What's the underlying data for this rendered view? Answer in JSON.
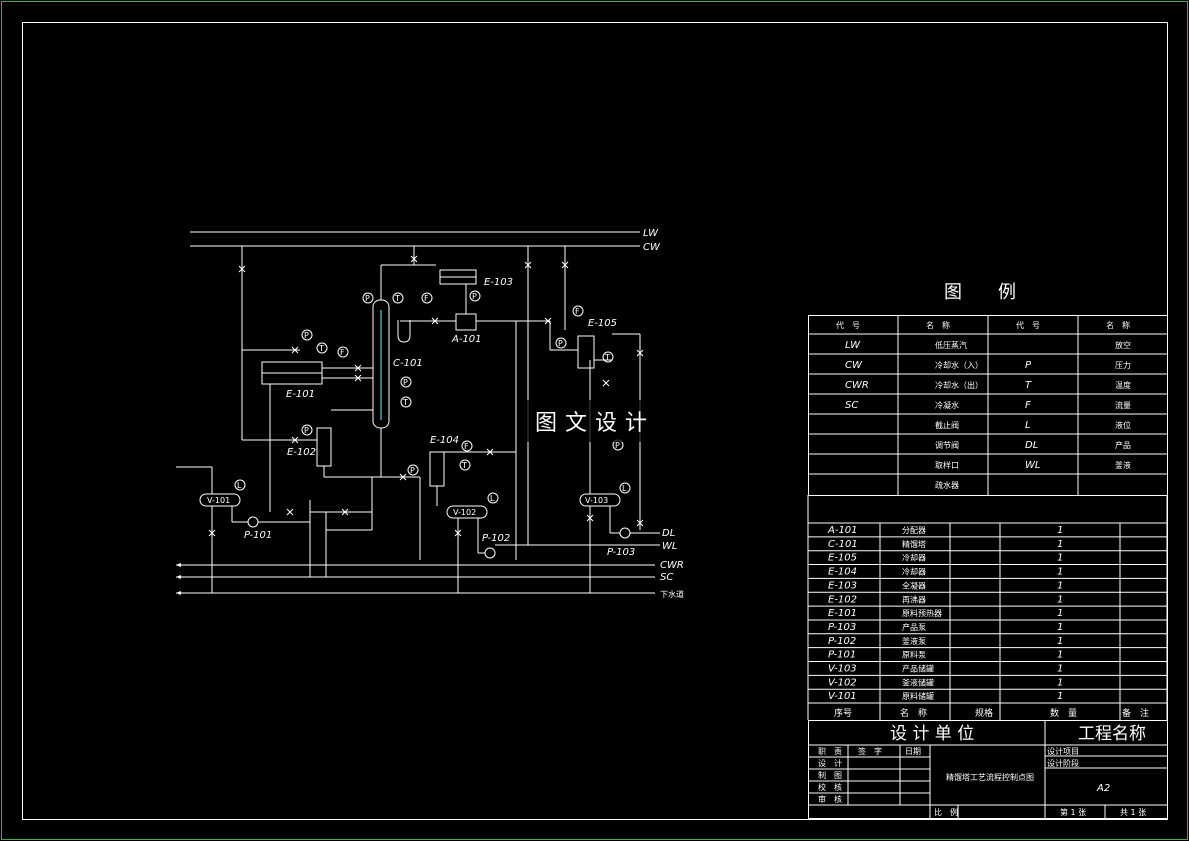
{
  "colors": {
    "background": "#000000",
    "frame_outer": "#3cb043",
    "lines": "#ffffff"
  },
  "lines": {
    "LW": "LW",
    "CW": "CW",
    "CWR": "CWR",
    "SC": "SC",
    "XSD": "下水道",
    "DL": "DL",
    "WL": "WL"
  },
  "equipment_labels": {
    "C101": "C-101",
    "E101": "E-101",
    "E102": "E-102",
    "E103": "E-103",
    "E104": "E-104",
    "E105": "E-105",
    "A101": "A-101",
    "V101": "V-101",
    "V102": "V-102",
    "V103": "V-103",
    "P101": "P-101",
    "P102": "P-102",
    "P103": "P-103"
  },
  "instruments": {
    "P": "P",
    "T": "T",
    "F": "F",
    "L": "L"
  },
  "watermark": "图文设计",
  "legend": {
    "title": "图　　例",
    "headers": [
      "代　号",
      "名　称",
      "代　号",
      "名　称"
    ],
    "rows": [
      [
        "LW",
        "低压蒸汽",
        "",
        "放空"
      ],
      [
        "CW",
        "冷却水（入）",
        "P",
        "压力"
      ],
      [
        "CWR",
        "冷却水（出）",
        "T",
        "温度"
      ],
      [
        "SC",
        "冷凝水",
        "F",
        "流量"
      ],
      [
        "",
        "截止阀",
        "L",
        "液位"
      ],
      [
        "",
        "调节阀",
        "DL",
        "产品"
      ],
      [
        "",
        "取样口",
        "WL",
        "釜液"
      ],
      [
        "",
        "疏水器",
        "",
        ""
      ]
    ]
  },
  "parts": {
    "rows": [
      [
        "A-101",
        "分配器",
        "",
        "1",
        ""
      ],
      [
        "C-101",
        "精馏塔",
        "",
        "1",
        ""
      ],
      [
        "E-105",
        "冷却器",
        "",
        "1",
        ""
      ],
      [
        "E-104",
        "冷却器",
        "",
        "1",
        ""
      ],
      [
        "E-103",
        "全凝器",
        "",
        "1",
        ""
      ],
      [
        "E-102",
        "再沸器",
        "",
        "1",
        ""
      ],
      [
        "E-101",
        "原料预热器",
        "",
        "1",
        ""
      ],
      [
        "P-103",
        "产品泵",
        "",
        "1",
        ""
      ],
      [
        "P-102",
        "釜液泵",
        "",
        "1",
        ""
      ],
      [
        "P-101",
        "原料泵",
        "",
        "1",
        ""
      ],
      [
        "V-103",
        "产品储罐",
        "",
        "1",
        ""
      ],
      [
        "V-102",
        "釜液储罐",
        "",
        "1",
        ""
      ],
      [
        "V-101",
        "原料储罐",
        "",
        "1",
        ""
      ]
    ],
    "header": [
      "序号",
      "名　称",
      "规格",
      "数　量",
      "备　注"
    ]
  },
  "title_block": {
    "design_unit": "设 计 单 位",
    "project_name": "工程名称",
    "drawing_title": "精馏塔工艺流程控制点图",
    "roles": [
      "职　责",
      "设　计",
      "制　图",
      "校　核",
      "审　核"
    ],
    "sign_header": "签　字",
    "date_header": "日期",
    "design_item": "设计项目",
    "design_stage": "设计阶段",
    "size": "A2",
    "scale_label": "比　例",
    "sheet_no": "第 1 张",
    "sheet_total": "共 1 张"
  }
}
